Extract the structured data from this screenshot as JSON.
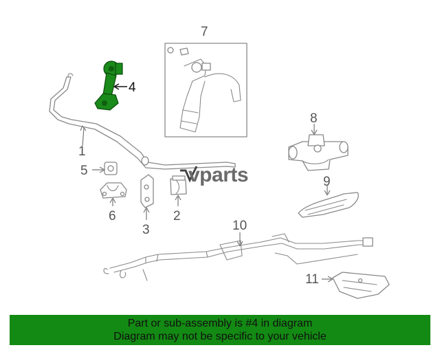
{
  "diagram": {
    "watermark": "vparts",
    "highlight_color": "#1a8a1a",
    "callouts": [
      {
        "id": "1",
        "label": "1"
      },
      {
        "id": "2",
        "label": "2"
      },
      {
        "id": "3",
        "label": "3"
      },
      {
        "id": "4",
        "label": "4",
        "highlighted": true
      },
      {
        "id": "5",
        "label": "5"
      },
      {
        "id": "6",
        "label": "6"
      },
      {
        "id": "7",
        "label": "7"
      },
      {
        "id": "8",
        "label": "8"
      },
      {
        "id": "9",
        "label": "9"
      },
      {
        "id": "10",
        "label": "10"
      },
      {
        "id": "11",
        "label": "11"
      }
    ]
  },
  "banner": {
    "line1": "Part or sub-assembly is #4 in diagram",
    "line2": "Diagram may not be specific to your vehicle",
    "background": "#138a13"
  }
}
